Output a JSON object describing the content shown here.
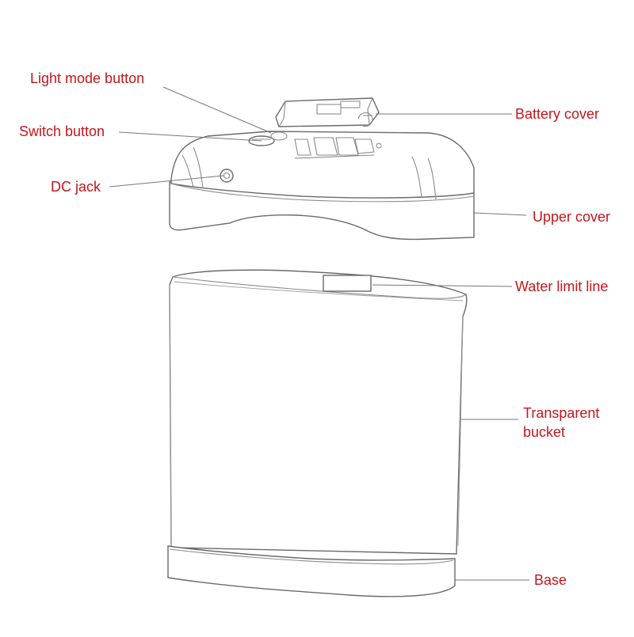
{
  "labels": {
    "light_mode_button": "Light mode button",
    "switch_button": "Switch button",
    "dc_jack": "DC jack",
    "battery_cover": "Battery cover",
    "upper_cover": "Upper cover",
    "water_limit_line": "Water limit line",
    "transparent_bucket": "Transparent\nbucket",
    "base": "Base"
  },
  "colors": {
    "label_text": "#c4161c",
    "outline": "#6a6a6a",
    "leader_line": "#777777"
  }
}
